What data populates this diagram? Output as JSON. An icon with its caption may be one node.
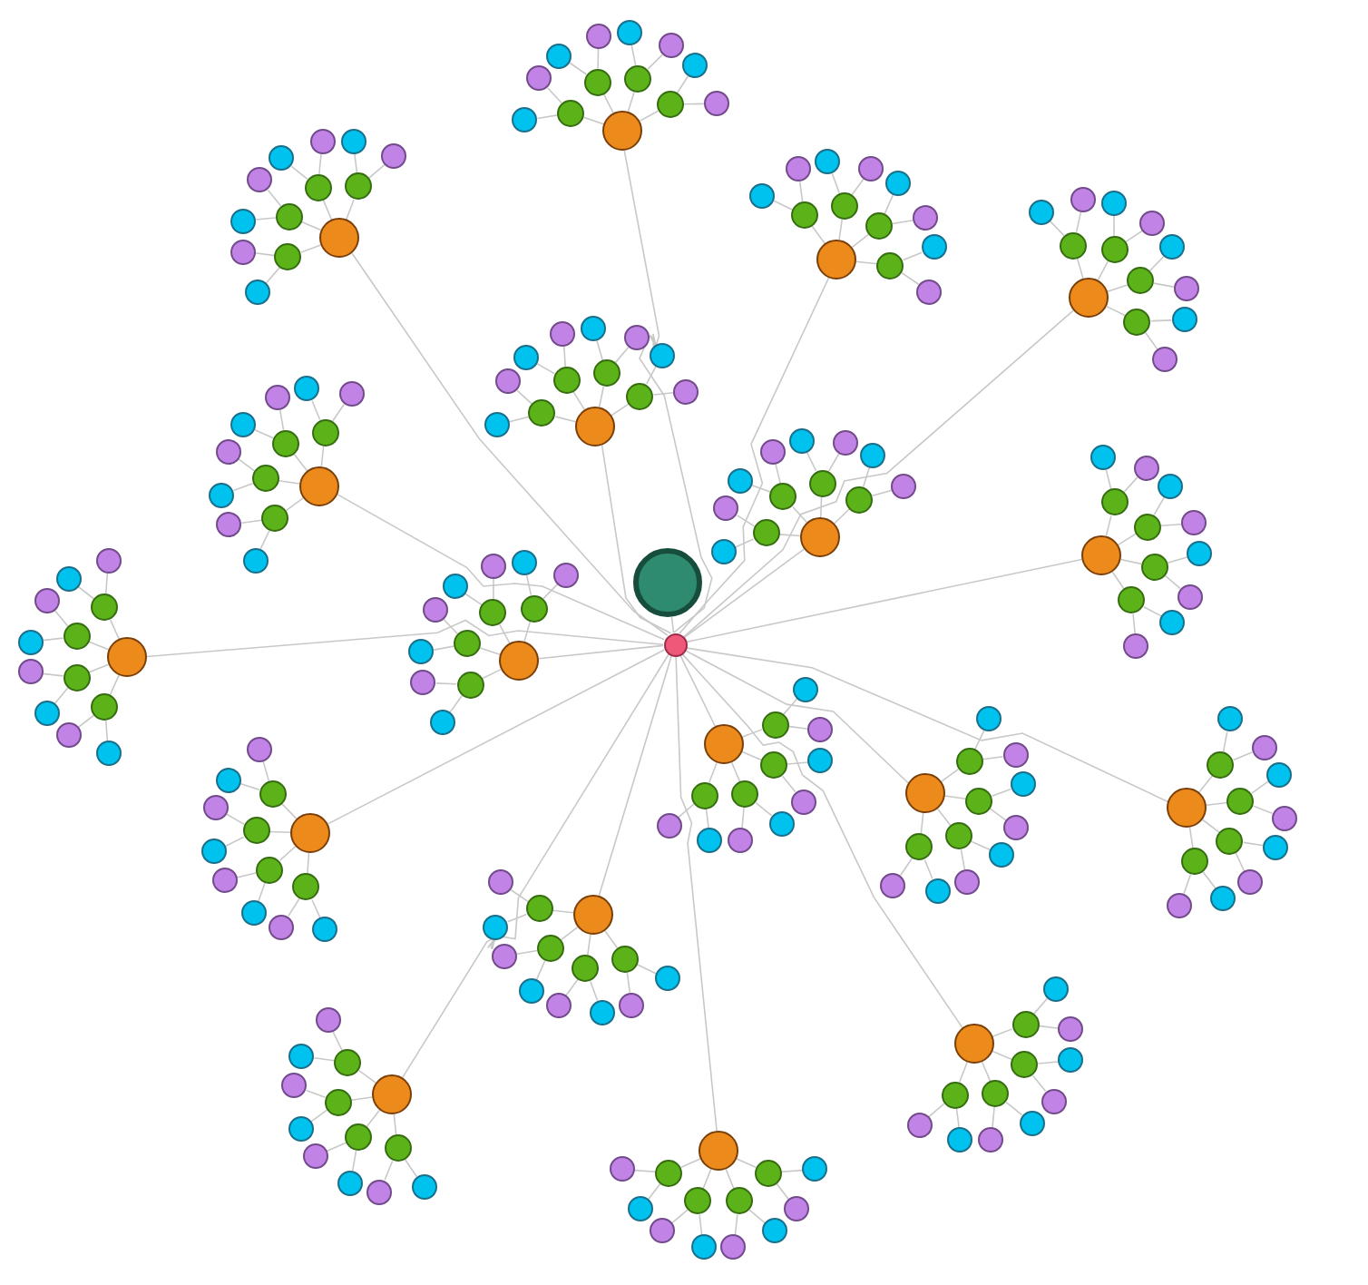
{
  "diagram": {
    "nodes": [
      {
        "text": [],
        "shape": "circle"
      },
      {
        "text": [],
        "shape": "circle"
      },
      {
        "text": [],
        "shape": "circle"
      },
      {
        "text": [],
        "shape": "circle"
      },
      {
        "text": [],
        "shape": "circle"
      },
      {
        "text": [],
        "shape": "circle"
      },
      {
        "text": [],
        "shape": "circle"
      },
      {
        "text": [],
        "shape": "circle"
      },
      {
        "text": [],
        "shape": "circle"
      },
      {
        "text": [],
        "shape": "circle"
      },
      {
        "text": [],
        "shape": "circle"
      },
      {
        "text": [],
        "shape": "circle"
      },
      {
        "text": [],
        "shape": "circle"
      },
      {
        "text": [],
        "shape": "circle"
      },
      {
        "text": [],
        "shape": "circle"
      },
      {
        "text": [],
        "shape": "circle"
      },
      {
        "text": [],
        "shape": "circle"
      },
      {
        "text": [],
        "shape": "circle"
      },
      {
        "text": [],
        "shape": "circle"
      },
      {
        "text": [],
        "shape": "circle"
      },
      {
        "text": [],
        "shape": "circle"
      },
      {
        "text": [],
        "shape": "circle"
      },
      {
        "text": [],
        "shape": "circle"
      },
      {
        "text": [],
        "shape": "circle"
      },
      {
        "text": [],
        "shape": "circle"
      },
      {
        "text": [],
        "shape": "circle"
      },
      {
        "text": [],
        "shape": "circle"
      },
      {
        "text": [],
        "shape": "circle"
      },
      {
        "text": [],
        "shape": "circle"
      },
      {
        "text": [],
        "shape": "circle"
      },
      {
        "text": [],
        "shape": "circle"
      },
      {
        "text": [],
        "shape": "circle"
      },
      {
        "text": [],
        "shape": "circle"
      },
      {
        "text": [],
        "shape": "circle"
      },
      {
        "text": [],
        "shape": "circle"
      },
      {
        "text": [],
        "shape": "circle"
      },
      {
        "text": [],
        "shape": "circle"
      },
      {
        "text": [],
        "shape": "circle"
      },
      {
        "text": [],
        "shape": "circle"
      },
      {
        "text": [],
        "shape": "circle"
      },
      {
        "text": [],
        "shape": "circle"
      },
      {
        "text": [],
        "shape": "circle"
      },
      {
        "text": [],
        "shape": "circle"
      },
      {
        "text": [],
        "shape": "circle"
      },
      {
        "text": [],
        "shape": "circle"
      },
      {
        "text": [],
        "shape": "circle"
      },
      {
        "text": [],
        "shape": "circle"
      },
      {
        "text": [],
        "shape": "circle"
      },
      {
        "text": [],
        "shape": "circle"
      },
      {
        "text": [],
        "shape": "circle"
      },
      {
        "text": [],
        "shape": "circle"
      },
      {
        "text": [],
        "shape": "circle"
      },
      {
        "text": [],
        "shape": "circle"
      },
      {
        "text": [],
        "shape": "circle"
      },
      {
        "text": [],
        "shape": "circle"
      },
      {
        "text": [],
        "shape": "circle"
      },
      {
        "text": [],
        "shape": "circle"
      },
      {
        "text": [],
        "shape": "circle"
      },
      {
        "text": [],
        "shape": "circle"
      },
      {
        "text": [],
        "shape": "circle"
      },
      {
        "text": [],
        "shape": "circle"
      },
      {
        "text": [],
        "shape": "circle"
      },
      {
        "text": [],
        "shape": "circle"
      },
      {
        "text": [],
        "shape": "circle"
      },
      {
        "text": [],
        "shape": "circle"
      },
      {
        "text": [],
        "shape": "circle"
      },
      {
        "text": [],
        "shape": "circle"
      },
      {
        "text": [],
        "shape": "circle"
      },
      {
        "text": [],
        "shape": "circle"
      },
      {
        "text": [],
        "shape": "circle"
      },
      {
        "text": [],
        "shape": "circle"
      },
      {
        "text": [],
        "shape": "circle"
      },
      {
        "text": [],
        "shape": "circle"
      },
      {
        "text": [],
        "shape": "circle"
      },
      {
        "text": [],
        "shape": "circle"
      },
      {
        "text": [],
        "shape": "circle"
      },
      {
        "text": [],
        "shape": "circle"
      },
      {
        "text": [],
        "shape": "circle"
      },
      {
        "text": [],
        "shape": "circle"
      },
      {
        "text": [],
        "shape": "circle"
      },
      {
        "text": [],
        "shape": "circle"
      },
      {
        "text": [],
        "shape": "circle"
      },
      {
        "text": [],
        "shape": "circle"
      },
      {
        "text": [],
        "shape": "circle"
      },
      {
        "text": [],
        "shape": "circle"
      },
      {
        "text": [],
        "shape": "circle"
      },
      {
        "text": [],
        "shape": "circle"
      },
      {
        "text": [],
        "shape": "circle"
      },
      {
        "text": [],
        "shape": "circle"
      },
      {
        "text": [],
        "shape": "circle"
      },
      {
        "text": [],
        "shape": "circle"
      },
      {
        "text": [],
        "shape": "circle"
      },
      {
        "text": [],
        "shape": "circle"
      },
      {
        "text": [],
        "shape": "circle"
      },
      {
        "text": [],
        "shape": "circle"
      },
      {
        "text": [],
        "shape": "circle"
      },
      {
        "text": [],
        "shape": "circle"
      },
      {
        "text": [],
        "shape": "circle"
      },
      {
        "text": [],
        "shape": "circle"
      },
      {
        "text": [],
        "shape": "circle"
      },
      {
        "text": [],
        "shape": "circle"
      },
      {
        "text": [],
        "shape": "circle"
      },
      {
        "text": [],
        "shape": "circle"
      },
      {
        "text": [],
        "shape": "circle"
      },
      {
        "text": [],
        "shape": "circle"
      },
      {
        "text": [],
        "shape": "circle"
      },
      {
        "text": [],
        "shape": "circle"
      },
      {
        "text": [],
        "shape": "circle"
      },
      {
        "text": [],
        "shape": "circle"
      },
      {
        "text": [],
        "shape": "circle"
      },
      {
        "text": [],
        "shape": "circle"
      },
      {
        "text": [],
        "shape": "circle"
      },
      {
        "text": [],
        "shape": "circle"
      },
      {
        "text": [],
        "shape": "circle"
      },
      {
        "text": [],
        "shape": "circle"
      },
      {
        "text": [],
        "shape": "circle"
      },
      {
        "text": [],
        "shape": "circle"
      },
      {
        "text": [],
        "shape": "circle"
      },
      {
        "text": [],
        "shape": "circle"
      },
      {
        "text": [],
        "shape": "circle"
      },
      {
        "text": [],
        "shape": "circle"
      },
      {
        "text": [],
        "shape": "circle"
      },
      {
        "text": [],
        "shape": "circle"
      },
      {
        "text": [],
        "shape": "circle"
      },
      {
        "text": [],
        "shape": "circle"
      },
      {
        "text": [],
        "shape": "circle"
      },
      {
        "text": [],
        "shape": "circle"
      },
      {
        "text": [],
        "shape": "circle"
      },
      {
        "text": [],
        "shape": "circle"
      },
      {
        "text": [],
        "shape": "circle"
      },
      {
        "text": [],
        "shape": "circle"
      },
      {
        "text": [],
        "shape": "circle"
      },
      {
        "text": [],
        "shape": "circle"
      },
      {
        "text": [],
        "shape": "circle"
      },
      {
        "text": [],
        "shape": "circle"
      },
      {
        "text": [],
        "shape": "circle"
      },
      {
        "text": [],
        "shape": "circle"
      },
      {
        "text": [],
        "shape": "circle"
      },
      {
        "text": [],
        "shape": "circle"
      },
      {
        "text": [],
        "shape": "circle"
      },
      {
        "text": [],
        "shape": "circle"
      },
      {
        "text": [],
        "shape": "circle"
      },
      {
        "text": [],
        "shape": "circle"
      },
      {
        "text": [],
        "shape": "circle"
      },
      {
        "text": [],
        "shape": "circle"
      },
      {
        "text": [],
        "shape": "circle"
      },
      {
        "text": [],
        "shape": "circle"
      },
      {
        "text": [],
        "shape": "circle"
      },
      {
        "text": [],
        "shape": "circle"
      },
      {
        "text": [],
        "shape": "circle"
      },
      {
        "text": [],
        "shape": "circle"
      },
      {
        "text": [],
        "shape": "circle"
      },
      {
        "text": [],
        "shape": "circle"
      },
      {
        "text": [],
        "shape": "circle"
      },
      {
        "text": [],
        "shape": "circle"
      },
      {
        "text": [],
        "shape": "circle"
      },
      {
        "text": [],
        "shape": "circle"
      },
      {
        "text": [],
        "shape": "circle"
      },
      {
        "text": [],
        "shape": "circle"
      },
      {
        "text": [],
        "shape": "circle"
      },
      {
        "text": [],
        "shape": "circle"
      },
      {
        "text": [],
        "shape": "circle"
      },
      {
        "text": [],
        "shape": "circle"
      },
      {
        "text": [],
        "shape": "circle"
      },
      {
        "text": [],
        "shape": "circle"
      },
      {
        "text": [],
        "shape": "circle"
      },
      {
        "text": [],
        "shape": "circle"
      },
      {
        "text": [],
        "shape": "circle"
      },
      {
        "text": [],
        "shape": "circle"
      },
      {
        "text": [],
        "shape": "circle"
      },
      {
        "text": [],
        "shape": "circle"
      },
      {
        "text": [],
        "shape": "circle"
      },
      {
        "text": [],
        "shape": "circle"
      },
      {
        "text": [],
        "shape": "circle"
      },
      {
        "text": [],
        "shape": "circle"
      },
      {
        "text": [],
        "shape": "circle"
      },
      {
        "text": [],
        "shape": "circle"
      },
      {
        "text": [],
        "shape": "circle"
      },
      {
        "text": [],
        "shape": "circle"
      },
      {
        "text": [],
        "shape": "circle"
      },
      {
        "text": [],
        "shape": "circle"
      },
      {
        "text": [],
        "shape": "circle"
      },
      {
        "text": [],
        "shape": "circle"
      },
      {
        "text": [],
        "shape": "circle"
      },
      {
        "text": [],
        "shape": "circle"
      },
      {
        "text": [],
        "shape": "circle"
      },
      {
        "text": [],
        "shape": "circle"
      },
      {
        "text": [],
        "shape": "circle"
      },
      {
        "text": [],
        "shape": "circle"
      },
      {
        "text": [],
        "shape": "circle"
      },
      {
        "text": [],
        "shape": "circle"
      },
      {
        "text": [],
        "shape": "circle"
      },
      {
        "text": [],
        "shape": "circle"
      },
      {
        "text": [],
        "shape": "circle"
      },
      {
        "text": [],
        "shape": "circle"
      },
      {
        "text": [],
        "shape": "circle"
      },
      {
        "text": [],
        "shape": "circle"
      },
      {
        "text": [],
        "shape": "circle"
      },
      {
        "text": [],
        "shape": "circle"
      },
      {
        "text": [],
        "shape": "circle"
      },
      {
        "text": [],
        "shape": "circle"
      },
      {
        "text": [],
        "shape": "circle"
      },
      {
        "text": [],
        "shape": "circle"
      },
      {
        "text": [],
        "shape": "circle"
      },
      {
        "text": [],
        "shape": "circle"
      },
      {
        "text": [],
        "shape": "circle"
      },
      {
        "text": [],
        "shape": "circle"
      },
      {
        "text": [],
        "shape": "circle"
      },
      {
        "text": [],
        "shape": "circle"
      },
      {
        "text": [],
        "shape": "circle"
      },
      {
        "text": [],
        "shape": "circle"
      },
      {
        "text": [],
        "shape": "circle"
      },
      {
        "text": [],
        "shape": "circle"
      },
      {
        "text": [],
        "shape": "circle"
      },
      {
        "text": [],
        "shape": "circle"
      },
      {
        "text": [],
        "shape": "circle"
      },
      {
        "text": [],
        "shape": "circle"
      },
      {
        "text": [],
        "shape": "circle"
      },
      {
        "text": [],
        "shape": "circle"
      },
      {
        "text": [],
        "shape": "circle"
      },
      {
        "text": [],
        "shape": "circle"
      },
      {
        "text": [],
        "shape": "circle"
      },
      {
        "text": [],
        "shape": "circle"
      },
      {
        "text": [],
        "shape": "circle"
      },
      {
        "text": [],
        "shape": "circle"
      },
      {
        "text": [],
        "shape": "circle"
      },
      {
        "text": [],
        "shape": "circle"
      },
      {
        "text": [],
        "shape": "circle"
      },
      {
        "text": [],
        "shape": "circle"
      },
      {
        "text": [],
        "shape": "circle"
      },
      {
        "text": [],
        "shape": "circle"
      },
      {
        "text": [],
        "shape": "circle"
      },
      {
        "text": [],
        "shape": "circle"
      },
      {
        "text": [],
        "shape": "circle"
      },
      {
        "text": [],
        "shape": "circle"
      },
      {
        "text": [],
        "shape": "circle"
      }
    ],
    "edges": [
      {
        "from": 0,
        "to": 1,
        "arrow": "none"
      },
      {
        "from": 1,
        "to": 2,
        "arrow": "none"
      },
      {
        "from": 2,
        "to": 3,
        "arrow": "none"
      },
      {
        "from": 3,
        "to": 4,
        "arrow": "none"
      },
      {
        "from": 3,
        "to": 5,
        "arrow": "none"
      },
      {
        "from": 2,
        "to": 6,
        "arrow": "none"
      },
      {
        "from": 6,
        "to": 7,
        "arrow": "none"
      },
      {
        "from": 6,
        "to": 8,
        "arrow": "none"
      },
      {
        "from": 2,
        "to": 9,
        "arrow": "none"
      },
      {
        "from": 9,
        "to": 10,
        "arrow": "none"
      },
      {
        "from": 9,
        "to": 11,
        "arrow": "none"
      },
      {
        "from": 2,
        "to": 12,
        "arrow": "none"
      },
      {
        "from": 12,
        "to": 13,
        "arrow": "none"
      },
      {
        "from": 12,
        "to": 14,
        "arrow": "none"
      },
      {
        "from": 1,
        "to": 15,
        "arrow": "none"
      },
      {
        "from": 15,
        "to": 16,
        "arrow": "none"
      },
      {
        "from": 16,
        "to": 17,
        "arrow": "none"
      },
      {
        "from": 16,
        "to": 18,
        "arrow": "none"
      },
      {
        "from": 15,
        "to": 19,
        "arrow": "none"
      },
      {
        "from": 19,
        "to": 20,
        "arrow": "none"
      },
      {
        "from": 19,
        "to": 21,
        "arrow": "none"
      },
      {
        "from": 15,
        "to": 22,
        "arrow": "none"
      },
      {
        "from": 22,
        "to": 23,
        "arrow": "none"
      },
      {
        "from": 22,
        "to": 24,
        "arrow": "none"
      },
      {
        "from": 15,
        "to": 25,
        "arrow": "none"
      },
      {
        "from": 25,
        "to": 26,
        "arrow": "none"
      },
      {
        "from": 25,
        "to": 27,
        "arrow": "none"
      },
      {
        "from": 1,
        "to": 28,
        "arrow": "none"
      },
      {
        "from": 28,
        "to": 29,
        "arrow": "none"
      },
      {
        "from": 29,
        "to": 30,
        "arrow": "none"
      },
      {
        "from": 29,
        "to": 31,
        "arrow": "none"
      },
      {
        "from": 28,
        "to": 32,
        "arrow": "none"
      },
      {
        "from": 32,
        "to": 33,
        "arrow": "none"
      },
      {
        "from": 32,
        "to": 34,
        "arrow": "none"
      },
      {
        "from": 28,
        "to": 35,
        "arrow": "none"
      },
      {
        "from": 35,
        "to": 36,
        "arrow": "none"
      },
      {
        "from": 35,
        "to": 37,
        "arrow": "none"
      },
      {
        "from": 28,
        "to": 38,
        "arrow": "none"
      },
      {
        "from": 38,
        "to": 39,
        "arrow": "none"
      },
      {
        "from": 38,
        "to": 40,
        "arrow": "none"
      },
      {
        "from": 1,
        "to": 41,
        "arrow": "none"
      },
      {
        "from": 41,
        "to": 42,
        "arrow": "none"
      },
      {
        "from": 42,
        "to": 43,
        "arrow": "none"
      },
      {
        "from": 42,
        "to": 44,
        "arrow": "none"
      },
      {
        "from": 41,
        "to": 45,
        "arrow": "none"
      },
      {
        "from": 45,
        "to": 46,
        "arrow": "none"
      },
      {
        "from": 45,
        "to": 47,
        "arrow": "none"
      },
      {
        "from": 41,
        "to": 48,
        "arrow": "none"
      },
      {
        "from": 48,
        "to": 49,
        "arrow": "none"
      },
      {
        "from": 48,
        "to": 50,
        "arrow": "none"
      },
      {
        "from": 41,
        "to": 51,
        "arrow": "none"
      },
      {
        "from": 51,
        "to": 52,
        "arrow": "none"
      },
      {
        "from": 51,
        "to": 53,
        "arrow": "none"
      },
      {
        "from": 1,
        "to": 54,
        "arrow": "none"
      },
      {
        "from": 54,
        "to": 55,
        "arrow": "none"
      },
      {
        "from": 55,
        "to": 56,
        "arrow": "none"
      },
      {
        "from": 55,
        "to": 57,
        "arrow": "none"
      },
      {
        "from": 54,
        "to": 58,
        "arrow": "none"
      },
      {
        "from": 58,
        "to": 59,
        "arrow": "none"
      },
      {
        "from": 58,
        "to": 60,
        "arrow": "none"
      },
      {
        "from": 54,
        "to": 61,
        "arrow": "none"
      },
      {
        "from": 61,
        "to": 62,
        "arrow": "none"
      },
      {
        "from": 61,
        "to": 63,
        "arrow": "none"
      },
      {
        "from": 54,
        "to": 64,
        "arrow": "none"
      },
      {
        "from": 64,
        "to": 65,
        "arrow": "none"
      },
      {
        "from": 64,
        "to": 66,
        "arrow": "none"
      },
      {
        "from": 1,
        "to": 67,
        "arrow": "none"
      },
      {
        "from": 67,
        "to": 68,
        "arrow": "none"
      },
      {
        "from": 68,
        "to": 69,
        "arrow": "none"
      },
      {
        "from": 68,
        "to": 70,
        "arrow": "none"
      },
      {
        "from": 67,
        "to": 71,
        "arrow": "none"
      },
      {
        "from": 71,
        "to": 72,
        "arrow": "none"
      },
      {
        "from": 71,
        "to": 73,
        "arrow": "none"
      },
      {
        "from": 67,
        "to": 74,
        "arrow": "none"
      },
      {
        "from": 74,
        "to": 75,
        "arrow": "none"
      },
      {
        "from": 74,
        "to": 76,
        "arrow": "none"
      },
      {
        "from": 67,
        "to": 77,
        "arrow": "none"
      },
      {
        "from": 77,
        "to": 78,
        "arrow": "none"
      },
      {
        "from": 77,
        "to": 79,
        "arrow": "none"
      },
      {
        "from": 1,
        "to": 80,
        "arrow": "none"
      },
      {
        "from": 80,
        "to": 81,
        "arrow": "none"
      },
      {
        "from": 81,
        "to": 82,
        "arrow": "none"
      },
      {
        "from": 81,
        "to": 83,
        "arrow": "none"
      },
      {
        "from": 80,
        "to": 84,
        "arrow": "none"
      },
      {
        "from": 84,
        "to": 85,
        "arrow": "none"
      },
      {
        "from": 84,
        "to": 86,
        "arrow": "none"
      },
      {
        "from": 80,
        "to": 87,
        "arrow": "none"
      },
      {
        "from": 87,
        "to": 88,
        "arrow": "none"
      },
      {
        "from": 87,
        "to": 89,
        "arrow": "none"
      },
      {
        "from": 80,
        "to": 90,
        "arrow": "none"
      },
      {
        "from": 90,
        "to": 91,
        "arrow": "none"
      },
      {
        "from": 90,
        "to": 92,
        "arrow": "none"
      },
      {
        "from": 1,
        "to": 93,
        "arrow": "none"
      },
      {
        "from": 93,
        "to": 94,
        "arrow": "none"
      },
      {
        "from": 94,
        "to": 95,
        "arrow": "none"
      },
      {
        "from": 94,
        "to": 96,
        "arrow": "none"
      },
      {
        "from": 93,
        "to": 97,
        "arrow": "none"
      },
      {
        "from": 97,
        "to": 98,
        "arrow": "none"
      },
      {
        "from": 97,
        "to": 99,
        "arrow": "none"
      },
      {
        "from": 93,
        "to": 100,
        "arrow": "none"
      },
      {
        "from": 100,
        "to": 101,
        "arrow": "none"
      },
      {
        "from": 100,
        "to": 102,
        "arrow": "none"
      },
      {
        "from": 93,
        "to": 103,
        "arrow": "none"
      },
      {
        "from": 103,
        "to": 104,
        "arrow": "none"
      },
      {
        "from": 103,
        "to": 105,
        "arrow": "none"
      },
      {
        "from": 1,
        "to": 106,
        "arrow": "none"
      },
      {
        "from": 106,
        "to": 107,
        "arrow": "none"
      },
      {
        "from": 107,
        "to": 108,
        "arrow": "none"
      },
      {
        "from": 107,
        "to": 109,
        "arrow": "none"
      },
      {
        "from": 106,
        "to": 110,
        "arrow": "none"
      },
      {
        "from": 110,
        "to": 111,
        "arrow": "none"
      },
      {
        "from": 110,
        "to": 112,
        "arrow": "none"
      },
      {
        "from": 106,
        "to": 113,
        "arrow": "none"
      },
      {
        "from": 113,
        "to": 114,
        "arrow": "none"
      },
      {
        "from": 113,
        "to": 115,
        "arrow": "none"
      },
      {
        "from": 106,
        "to": 116,
        "arrow": "none"
      },
      {
        "from": 116,
        "to": 117,
        "arrow": "none"
      },
      {
        "from": 116,
        "to": 118,
        "arrow": "none"
      },
      {
        "from": 1,
        "to": 119,
        "arrow": "none"
      },
      {
        "from": 119,
        "to": 120,
        "arrow": "none"
      },
      {
        "from": 120,
        "to": 121,
        "arrow": "none"
      },
      {
        "from": 120,
        "to": 122,
        "arrow": "none"
      },
      {
        "from": 119,
        "to": 123,
        "arrow": "none"
      },
      {
        "from": 123,
        "to": 124,
        "arrow": "none"
      },
      {
        "from": 123,
        "to": 125,
        "arrow": "none"
      },
      {
        "from": 119,
        "to": 126,
        "arrow": "none"
      },
      {
        "from": 126,
        "to": 127,
        "arrow": "none"
      },
      {
        "from": 126,
        "to": 128,
        "arrow": "none"
      },
      {
        "from": 119,
        "to": 129,
        "arrow": "none"
      },
      {
        "from": 129,
        "to": 130,
        "arrow": "none"
      },
      {
        "from": 129,
        "to": 131,
        "arrow": "none"
      },
      {
        "from": 1,
        "to": 132,
        "arrow": "none"
      },
      {
        "from": 132,
        "to": 133,
        "arrow": "none"
      },
      {
        "from": 133,
        "to": 134,
        "arrow": "none"
      },
      {
        "from": 133,
        "to": 135,
        "arrow": "none"
      },
      {
        "from": 132,
        "to": 136,
        "arrow": "none"
      },
      {
        "from": 136,
        "to": 137,
        "arrow": "none"
      },
      {
        "from": 136,
        "to": 138,
        "arrow": "none"
      },
      {
        "from": 132,
        "to": 139,
        "arrow": "none"
      },
      {
        "from": 139,
        "to": 140,
        "arrow": "none"
      },
      {
        "from": 139,
        "to": 141,
        "arrow": "none"
      },
      {
        "from": 132,
        "to": 142,
        "arrow": "none"
      },
      {
        "from": 142,
        "to": 143,
        "arrow": "none"
      },
      {
        "from": 142,
        "to": 144,
        "arrow": "none"
      },
      {
        "from": 1,
        "to": 145,
        "arrow": "none"
      },
      {
        "from": 145,
        "to": 146,
        "arrow": "none"
      },
      {
        "from": 146,
        "to": 147,
        "arrow": "none"
      },
      {
        "from": 146,
        "to": 148,
        "arrow": "none"
      },
      {
        "from": 145,
        "to": 149,
        "arrow": "none"
      },
      {
        "from": 149,
        "to": 150,
        "arrow": "none"
      },
      {
        "from": 149,
        "to": 151,
        "arrow": "none"
      },
      {
        "from": 145,
        "to": 152,
        "arrow": "none"
      },
      {
        "from": 152,
        "to": 153,
        "arrow": "none"
      },
      {
        "from": 152,
        "to": 154,
        "arrow": "none"
      },
      {
        "from": 145,
        "to": 155,
        "arrow": "none"
      },
      {
        "from": 155,
        "to": 156,
        "arrow": "none"
      },
      {
        "from": 155,
        "to": 157,
        "arrow": "none"
      },
      {
        "from": 1,
        "to": 158,
        "arrow": "none"
      },
      {
        "from": 158,
        "to": 159,
        "arrow": "none"
      },
      {
        "from": 159,
        "to": 160,
        "arrow": "none"
      },
      {
        "from": 159,
        "to": 161,
        "arrow": "none"
      },
      {
        "from": 158,
        "to": 162,
        "arrow": "none"
      },
      {
        "from": 162,
        "to": 163,
        "arrow": "none"
      },
      {
        "from": 162,
        "to": 164,
        "arrow": "none"
      },
      {
        "from": 158,
        "to": 165,
        "arrow": "none"
      },
      {
        "from": 165,
        "to": 166,
        "arrow": "none"
      },
      {
        "from": 165,
        "to": 167,
        "arrow": "none"
      },
      {
        "from": 158,
        "to": 168,
        "arrow": "none"
      },
      {
        "from": 168,
        "to": 169,
        "arrow": "none"
      },
      {
        "from": 168,
        "to": 170,
        "arrow": "none"
      },
      {
        "from": 1,
        "to": 171,
        "arrow": "none"
      },
      {
        "from": 171,
        "to": 172,
        "arrow": "none"
      },
      {
        "from": 172,
        "to": 173,
        "arrow": "none"
      },
      {
        "from": 172,
        "to": 174,
        "arrow": "none"
      },
      {
        "from": 171,
        "to": 175,
        "arrow": "none"
      },
      {
        "from": 175,
        "to": 176,
        "arrow": "none"
      },
      {
        "from": 175,
        "to": 177,
        "arrow": "none"
      },
      {
        "from": 171,
        "to": 178,
        "arrow": "none"
      },
      {
        "from": 178,
        "to": 179,
        "arrow": "none"
      },
      {
        "from": 178,
        "to": 180,
        "arrow": "none"
      },
      {
        "from": 171,
        "to": 181,
        "arrow": "none"
      },
      {
        "from": 181,
        "to": 182,
        "arrow": "none"
      },
      {
        "from": 181,
        "to": 183,
        "arrow": "none"
      },
      {
        "from": 1,
        "to": 184,
        "arrow": "none"
      },
      {
        "from": 184,
        "to": 185,
        "arrow": "none"
      },
      {
        "from": 185,
        "to": 186,
        "arrow": "none"
      },
      {
        "from": 185,
        "to": 187,
        "arrow": "none"
      },
      {
        "from": 184,
        "to": 188,
        "arrow": "none"
      },
      {
        "from": 188,
        "to": 189,
        "arrow": "none"
      },
      {
        "from": 188,
        "to": 190,
        "arrow": "none"
      },
      {
        "from": 184,
        "to": 191,
        "arrow": "none"
      },
      {
        "from": 191,
        "to": 192,
        "arrow": "none"
      },
      {
        "from": 191,
        "to": 193,
        "arrow": "none"
      },
      {
        "from": 184,
        "to": 194,
        "arrow": "none"
      },
      {
        "from": 194,
        "to": 195,
        "arrow": "none"
      },
      {
        "from": 194,
        "to": 196,
        "arrow": "none"
      },
      {
        "from": 1,
        "to": 197,
        "arrow": "none"
      },
      {
        "from": 197,
        "to": 198,
        "arrow": "none"
      },
      {
        "from": 198,
        "to": 199,
        "arrow": "none"
      },
      {
        "from": 198,
        "to": 200,
        "arrow": "none"
      },
      {
        "from": 197,
        "to": 201,
        "arrow": "none"
      },
      {
        "from": 201,
        "to": 202,
        "arrow": "none"
      },
      {
        "from": 201,
        "to": 203,
        "arrow": "none"
      },
      {
        "from": 197,
        "to": 204,
        "arrow": "none"
      },
      {
        "from": 204,
        "to": 205,
        "arrow": "none"
      },
      {
        "from": 204,
        "to": 206,
        "arrow": "none"
      },
      {
        "from": 197,
        "to": 207,
        "arrow": "none"
      },
      {
        "from": 207,
        "to": 208,
        "arrow": "none"
      },
      {
        "from": 207,
        "to": 209,
        "arrow": "none"
      },
      {
        "from": 1,
        "to": 210,
        "arrow": "none"
      },
      {
        "from": 210,
        "to": 211,
        "arrow": "none"
      },
      {
        "from": 211,
        "to": 212,
        "arrow": "none"
      },
      {
        "from": 211,
        "to": 213,
        "arrow": "none"
      },
      {
        "from": 210,
        "to": 214,
        "arrow": "none"
      },
      {
        "from": 214,
        "to": 215,
        "arrow": "none"
      },
      {
        "from": 214,
        "to": 216,
        "arrow": "none"
      },
      {
        "from": 210,
        "to": 217,
        "arrow": "none"
      },
      {
        "from": 217,
        "to": 218,
        "arrow": "none"
      },
      {
        "from": 217,
        "to": 219,
        "arrow": "none"
      },
      {
        "from": 210,
        "to": 220,
        "arrow": "none"
      },
      {
        "from": 220,
        "to": 221,
        "arrow": "none"
      },
      {
        "from": 220,
        "to": 222,
        "arrow": "none"
      },
      {
        "from": 1,
        "to": 223,
        "arrow": "none"
      },
      {
        "from": 223,
        "to": 224,
        "arrow": "none"
      },
      {
        "from": 224,
        "to": 225,
        "arrow": "none"
      },
      {
        "from": 224,
        "to": 226,
        "arrow": "none"
      },
      {
        "from": 223,
        "to": 227,
        "arrow": "none"
      },
      {
        "from": 227,
        "to": 228,
        "arrow": "none"
      },
      {
        "from": 227,
        "to": 229,
        "arrow": "none"
      },
      {
        "from": 223,
        "to": 230,
        "arrow": "none"
      },
      {
        "from": 230,
        "to": 231,
        "arrow": "none"
      },
      {
        "from": 230,
        "to": 232,
        "arrow": "none"
      },
      {
        "from": 223,
        "to": 233,
        "arrow": "none"
      },
      {
        "from": 233,
        "to": 234,
        "arrow": "none"
      },
      {
        "from": 233,
        "to": 235,
        "arrow": "none"
      }
    ]
  }
}
